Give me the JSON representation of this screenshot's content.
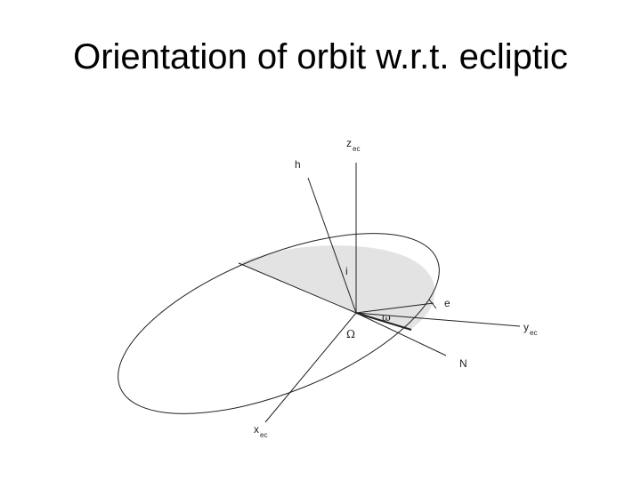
{
  "title": "Orientation of orbit w.r.t. ecliptic",
  "labels": {
    "z": "z",
    "z_sub": "ec",
    "h": "h",
    "i": "i",
    "e": "e",
    "omega_small": "ω",
    "y": "y",
    "y_sub": "ec",
    "Omega_big": "Ω",
    "N": "N",
    "x": "x",
    "x_sub": "ec"
  },
  "colors": {
    "shaded_region": "#e3e3e3",
    "lines": "#222222"
  }
}
